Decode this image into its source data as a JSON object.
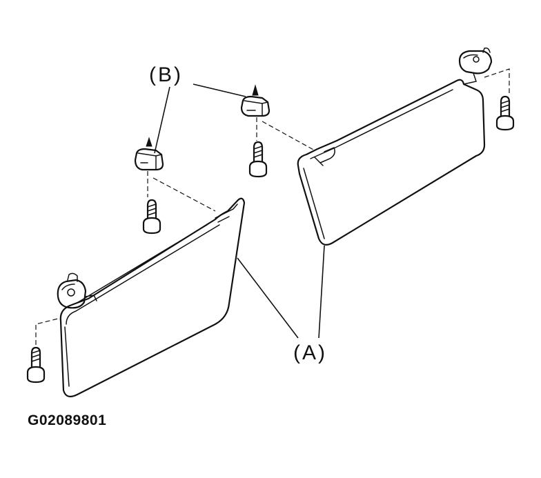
{
  "labels": {
    "b": "(B)",
    "a": "(A)"
  },
  "figure_id": "G02089801",
  "colors": {
    "line": "#111111",
    "background": "#ffffff"
  },
  "icons": [
    "sun-visor",
    "visor-holder-clip",
    "screw"
  ]
}
